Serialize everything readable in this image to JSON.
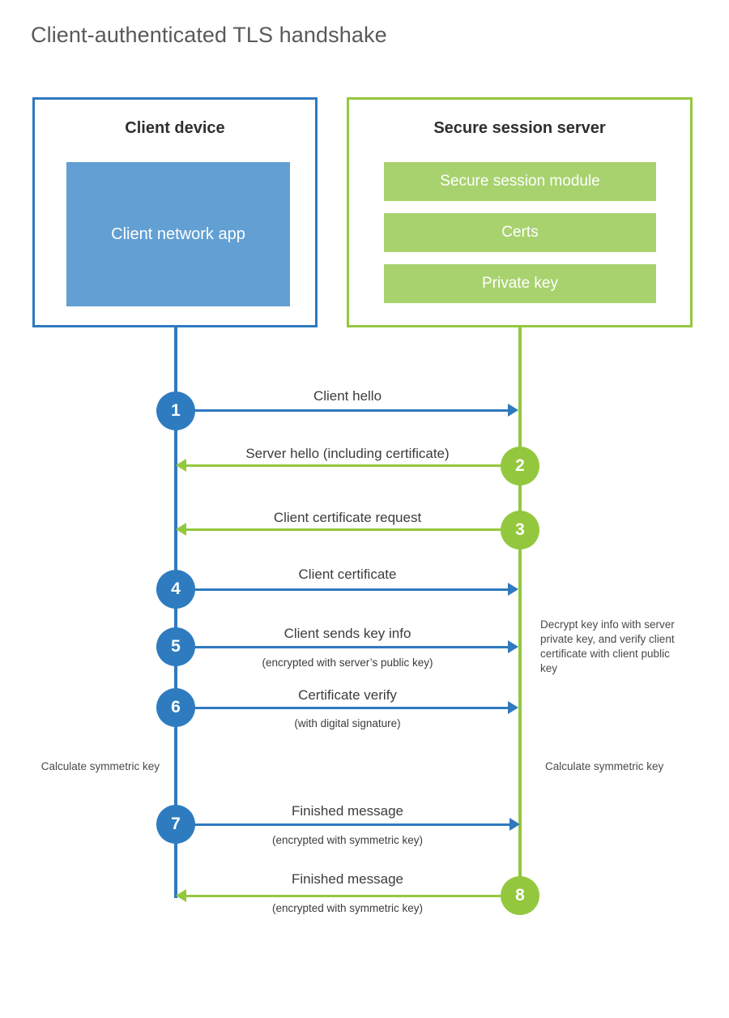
{
  "title": "Client-authenticated TLS handshake",
  "colors": {
    "blue_stroke": "#3079bf",
    "blue_fill": "#629fd3",
    "blue_circle": "#2e7cbf",
    "green_stroke": "#93c83e",
    "green_fill": "#a8d26e",
    "title_text": "#58595b",
    "body_text": "#3c3c3c",
    "background": "#ffffff"
  },
  "panels": {
    "client": {
      "title": "Client device",
      "block_label": "Client network app"
    },
    "server": {
      "title": "Secure session server",
      "bars": [
        "Secure session module",
        "Certs",
        "Private key"
      ]
    }
  },
  "steps": [
    {
      "number": "1",
      "label": "Client hello",
      "sub": "",
      "direction": "client-to-server",
      "color": "blue"
    },
    {
      "number": "2",
      "label": "Server hello (including certificate)",
      "sub": "",
      "direction": "server-to-client",
      "color": "green"
    },
    {
      "number": "3",
      "label": "Client certificate request",
      "sub": "",
      "direction": "server-to-client",
      "color": "green"
    },
    {
      "number": "4",
      "label": "Client certificate",
      "sub": "",
      "direction": "client-to-server",
      "color": "blue"
    },
    {
      "number": "5",
      "label": "Client sends key info",
      "sub": "(encrypted with server’s public key)",
      "direction": "client-to-server",
      "color": "blue"
    },
    {
      "number": "6",
      "label": "Certificate verify",
      "sub": "(with digital signature)",
      "direction": "client-to-server",
      "color": "blue"
    },
    {
      "number": "7",
      "label": "Finished message",
      "sub": "(encrypted with symmetric key)",
      "direction": "client-to-server",
      "color": "blue"
    },
    {
      "number": "8",
      "label": "Finished message",
      "sub": "(encrypted with symmetric key)",
      "direction": "server-to-client",
      "color": "green"
    }
  ],
  "notes": {
    "server_decrypt": "Decrypt key info with server private key, and verify client certificate with client public key",
    "client_calculate": "Calculate symmetric key",
    "server_calculate": "Calculate symmetric key"
  }
}
